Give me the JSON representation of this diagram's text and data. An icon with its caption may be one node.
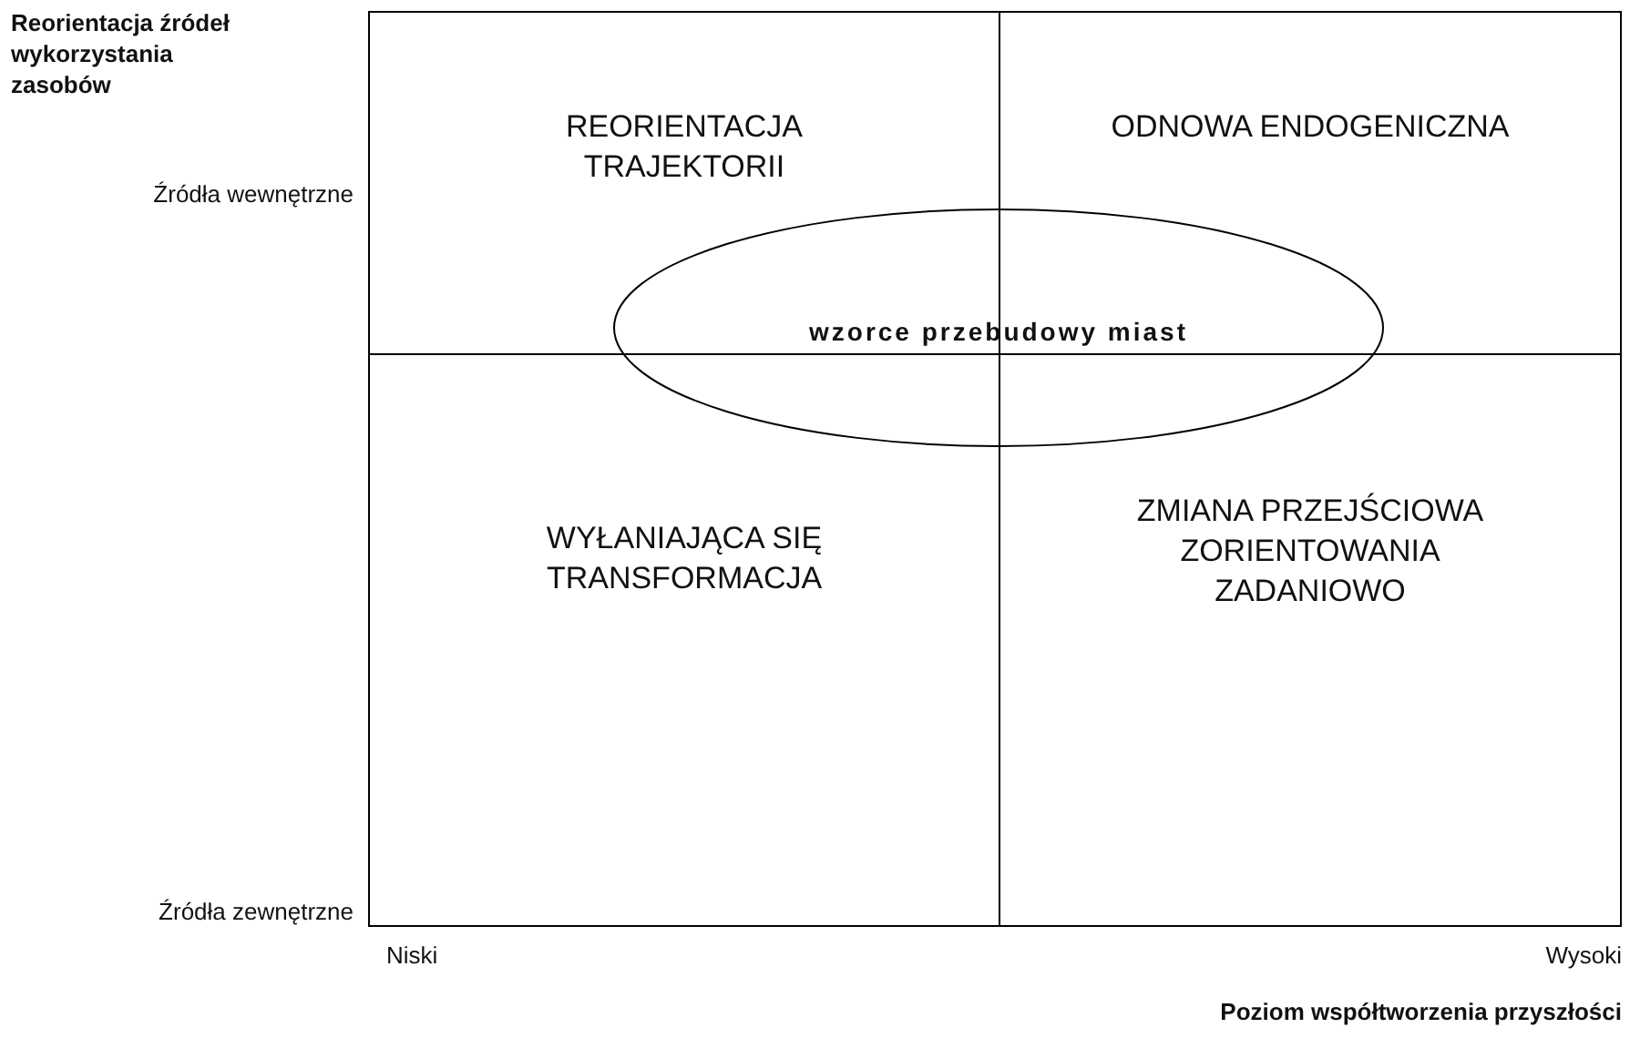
{
  "diagram": {
    "nodes": [
      {
        "text": [
          "REORIENTACJA TRAJEKTORII"
        ]
      },
      {
        "text": [
          "ODNOWA ENDOGENICZNA"
        ]
      },
      {
        "text": [
          "wzorce przebudowy miast"
        ]
      },
      {
        "text": [
          "WYŁANIAJĄCA SIĘ TRANSFORMACJA"
        ]
      },
      {
        "text": [
          "ZMIANA PRZEJŚCIOWA ZORIENTOWANIA ZADANIOWO"
        ]
      }
    ],
    "labels": [
      "Reorientacja źródeł wykorzystania zasobów",
      "Źródła wewnętrzne",
      "Źródła zewnętrzne",
      "Niski",
      "Wysoki",
      "Poziom współtworzenia przyszłości"
    ]
  }
}
